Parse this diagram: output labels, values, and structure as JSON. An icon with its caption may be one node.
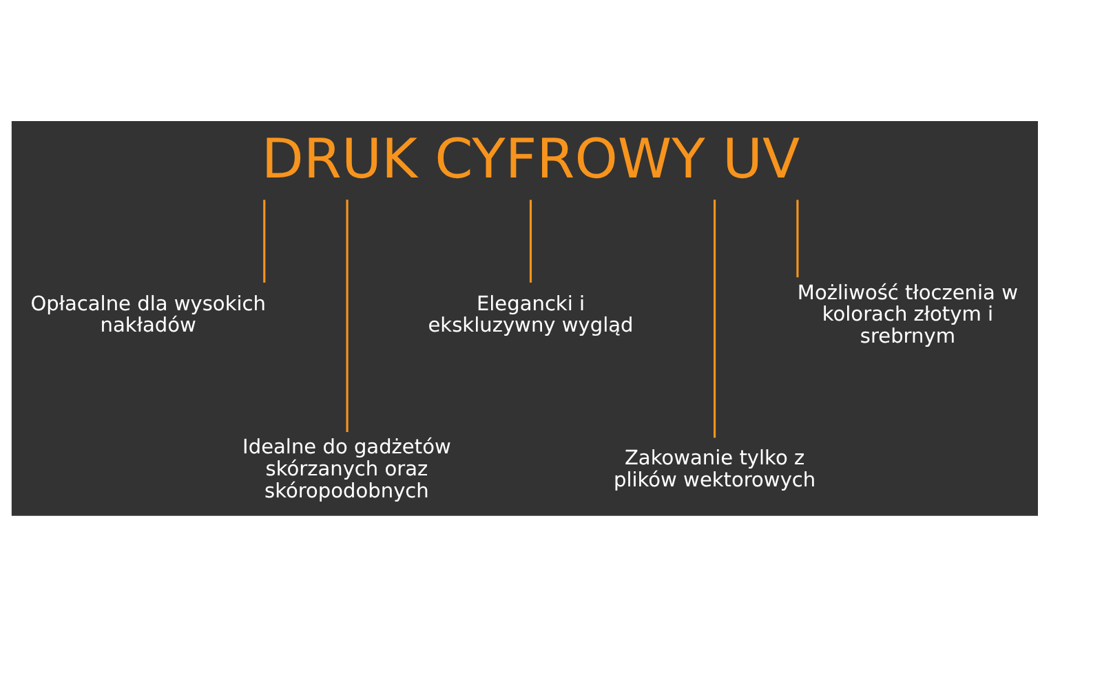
{
  "diagram": {
    "nodes": [
      {
        "text": [
          "DRUK CYFROWY UV"
        ]
      },
      {
        "text": [
          "Opłacalne dla wysokich nakładów"
        ]
      },
      {
        "text": [
          "Idealne do gadżetów skórzanych oraz skóropodobnych"
        ]
      },
      {
        "text": [
          "Elegancki i ekskluzywny wygląd"
        ]
      },
      {
        "text": [
          "Zakowanie tylko z plików wektorowych"
        ]
      },
      {
        "text": [
          "Możliwość tłoczenia w kolorach złotym i srebrnym"
        ]
      }
    ],
    "edges": [
      {
        "from": 0,
        "to": 1,
        "arrow": "none"
      },
      {
        "from": 0,
        "to": 2,
        "arrow": "none"
      },
      {
        "from": 0,
        "to": 3,
        "arrow": "none"
      },
      {
        "from": 0,
        "to": 4,
        "arrow": "none"
      },
      {
        "from": 0,
        "to": 5,
        "arrow": "none"
      }
    ]
  }
}
